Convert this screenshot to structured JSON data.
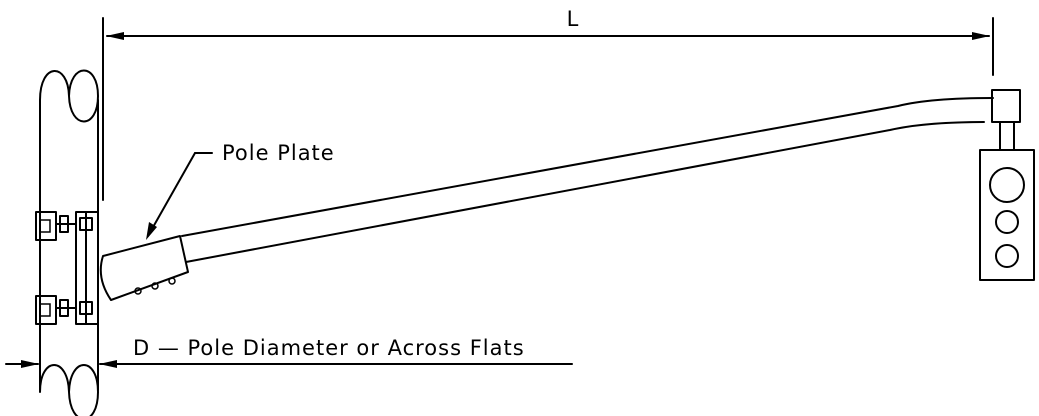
{
  "labels": {
    "length": "L",
    "pole_plate": "Pole Plate",
    "diameter": "D — Pole Diameter or Across Flats"
  }
}
